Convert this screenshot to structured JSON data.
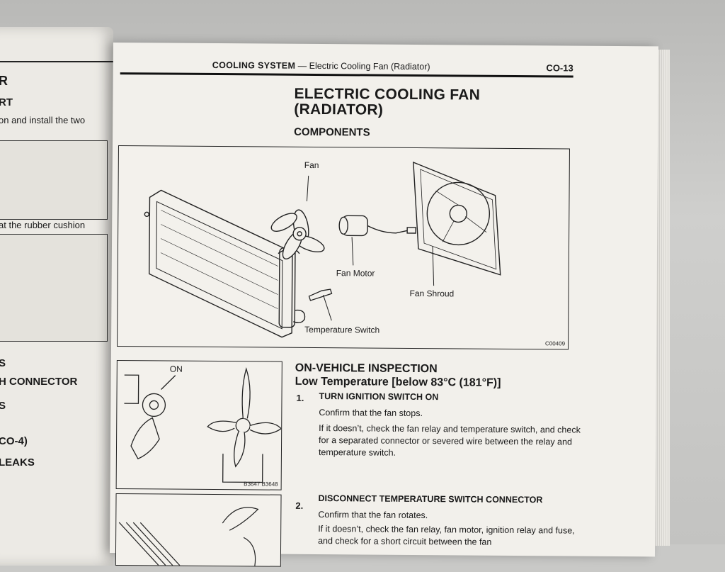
{
  "left_page": {
    "fragments": [
      "R",
      "RT",
      "on and install the two",
      "at the rubber cushion",
      "S",
      "H CONNECTOR",
      "S",
      "CO-4)",
      "LEAKS"
    ]
  },
  "header": {
    "section": "COOLING SYSTEM",
    "dash": "—",
    "subsection": "Electric Cooling Fan (Radiator)",
    "page": "CO-13"
  },
  "title": {
    "line1": "ELECTRIC COOLING FAN",
    "line2": "(RADIATOR)"
  },
  "components_heading": "COMPONENTS",
  "figure_main": {
    "labels": {
      "fan": "Fan",
      "fan_motor": "Fan Motor",
      "fan_shroud": "Fan Shroud",
      "temp_switch": "Temperature Switch"
    },
    "code": "C00409"
  },
  "figure_small1": {
    "on_label": "ON",
    "codes": "B3647  B3648"
  },
  "inspection": {
    "heading": "ON-VEHICLE INSPECTION",
    "subheading": "Low Temperature [below 83°C (181°F)]",
    "steps": [
      {
        "num": "1.",
        "title": "TURN IGNITION SWITCH ON",
        "p1": "Confirm that the fan stops.",
        "p2": "If it doesn’t, check the fan relay and temperature switch, and check for a separated connector or severed wire between the relay and temperature switch."
      },
      {
        "num": "2.",
        "title": "DISCONNECT TEMPERATURE SWITCH CONNECTOR",
        "p1": "Confirm that the fan rotates.",
        "p2": "If it doesn’t, check the fan relay, fan motor, ignition relay and fuse, and check for a short circuit between the fan"
      }
    ]
  }
}
